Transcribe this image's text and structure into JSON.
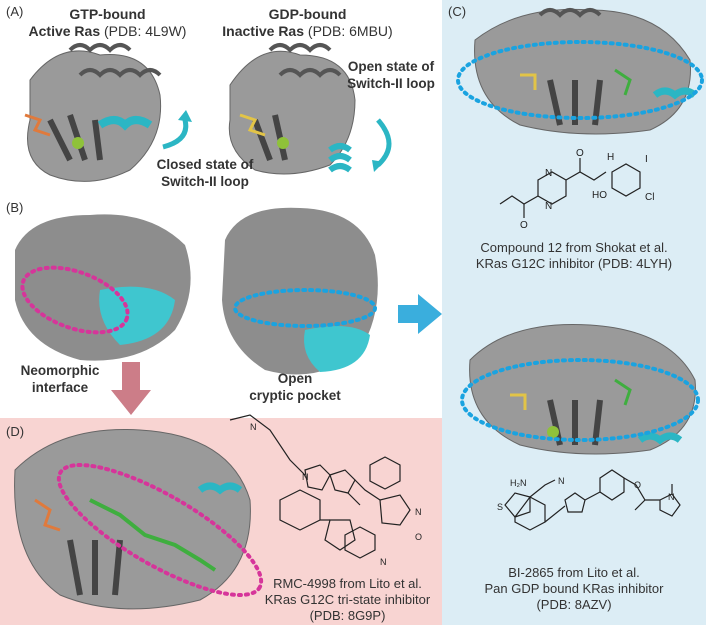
{
  "panels": {
    "a": {
      "label": "(A)",
      "left_title_line1": "GTP-bound",
      "left_title_line2": "Active Ras",
      "left_pdb": "(PDB: 4L9W)",
      "right_title_line1": "GDP-bound",
      "right_title_line2": "Inactive Ras",
      "right_pdb": "(PDB: 6MBU)",
      "closed_note_line1": "Closed state of",
      "closed_note_line2": "Switch-II loop",
      "open_note_line1": "Open state of",
      "open_note_line2": "Switch-II loop"
    },
    "b": {
      "label": "(B)",
      "neomorphic_line1": "Neomorphic",
      "neomorphic_line2": "interface",
      "cryptic_line1": "Open",
      "cryptic_line2": "cryptic pocket"
    },
    "c": {
      "label": "(C)",
      "compound1_line1": "Compound 12 from Shokat et al.",
      "compound1_line2": "KRas G12C inhibitor (PDB: 4LYH)",
      "compound2_line1": "BI-2865 from Lito et al.",
      "compound2_line2": "Pan GDP bound KRas inhibitor",
      "compound2_line3": "(PDB: 8AZV)"
    },
    "d": {
      "label": "(D)",
      "compound_line1": "RMC-4998 from Lito et al.",
      "compound_line2": "KRas G12C tri-state inhibitor",
      "compound_line3": "(PDB: 8G9P)"
    }
  },
  "colors": {
    "panel_c_bg": "#dcedf5",
    "panel_d_bg": "#f8d4d2",
    "switch_ii": "#2bb6c4",
    "blue_dots": "#1aa3e0",
    "magenta_dots": "#d6359a",
    "protein_gray": "#8a8a8a",
    "pink_arrow": "#cc7d88",
    "blue_arrow": "#3aaedd"
  }
}
